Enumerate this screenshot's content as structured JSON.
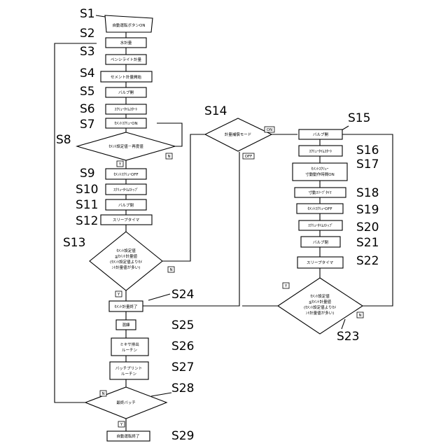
{
  "steps": {
    "s1": "S1",
    "s2": "S2",
    "s3": "S3",
    "s4": "S4",
    "s5": "S5",
    "s6": "S6",
    "s7": "S7",
    "s8": "S8",
    "s9": "S9",
    "s10": "S10",
    "s11": "S11",
    "s12": "S12",
    "s13": "S13",
    "s14": "S14",
    "s15": "S15",
    "s16": "S16",
    "s17": "S17",
    "s18": "S18",
    "s19": "S19",
    "s20": "S20",
    "s21": "S21",
    "s22": "S22",
    "s23": "S23",
    "s24": "S24",
    "s25": "S25",
    "s26": "S26",
    "s27": "S27",
    "s28": "S28",
    "s29": "S29"
  },
  "boxes": {
    "b1": "自動運転ボタンON",
    "b2": "水計量",
    "b3": "ペンシライト計量",
    "b4": "セメント計量開始",
    "b5": "バルブ開",
    "b6": "ｽｸﾘｭｰﾀｲﾑｽﾀｰﾄ",
    "b7": "ｾﾒﾝﾄｽｸﾘｭｰON",
    "b9": "ｾﾒﾝﾄｽｸﾘｭｰOFF",
    "b10": "ｽｸﾘｭｰﾀｲﾑｽﾄｯﾌﾟ",
    "b11": "バルブ閉",
    "b12": "スリープタイマ",
    "b15": "バルブ開",
    "b16": "ｽｸﾘｭｰﾀｲﾑｽﾀｰﾄ",
    "b17_1": "ｾﾒﾝﾄｽｸﾘｭｰ",
    "b17_2": "寸動動作時間ON",
    "b18": "寸動ｽﾘｰﾌﾟﾀｲﾏ",
    "b19": "ｾﾒﾝﾄｽｸﾘｭｰOFF",
    "b20": "ｽｸﾘｭｰﾀｲﾑｽﾄｯﾌﾟ",
    "b21": "バルブ閉",
    "b22": "スリープタイマ",
    "b24": "ｾﾒﾝﾄ計量終了",
    "b25": "混練",
    "b26_1": "ミキサ排出",
    "b26_2": "ルーチン",
    "b27_1": "バッチプリント",
    "b27_2": "ルーチン",
    "b29": "自動運転終了"
  },
  "decisions": {
    "d8": "ｾﾒﾝﾄ設定値－再度値",
    "d13_1": "ｾﾒﾝﾄ設定値",
    "d13_2": "≦ｾﾒﾝﾄ計量値",
    "d13_3": "(ｾﾒﾝﾄ設定値よりｾﾒ",
    "d13_4": "ﾝﾄ計量値が多い)",
    "d14": "計量補償モード",
    "d23_1": "ｾﾒﾝﾄ設定値",
    "d23_2": "≦ｾﾒﾝﾄ計量値",
    "d23_3": "(ｾﾒﾝﾄ設定値よりｾﾒ",
    "d23_4": "ﾝﾄ計量値が多い)",
    "d28": "最終バッチ"
  },
  "flags": {
    "y8": "Y",
    "n8": "N",
    "y13": "Y",
    "n13": "N",
    "on14": "ON",
    "off14": "OFF",
    "y23": "Y",
    "n23": "N",
    "y28": "Y",
    "n28": "N"
  }
}
